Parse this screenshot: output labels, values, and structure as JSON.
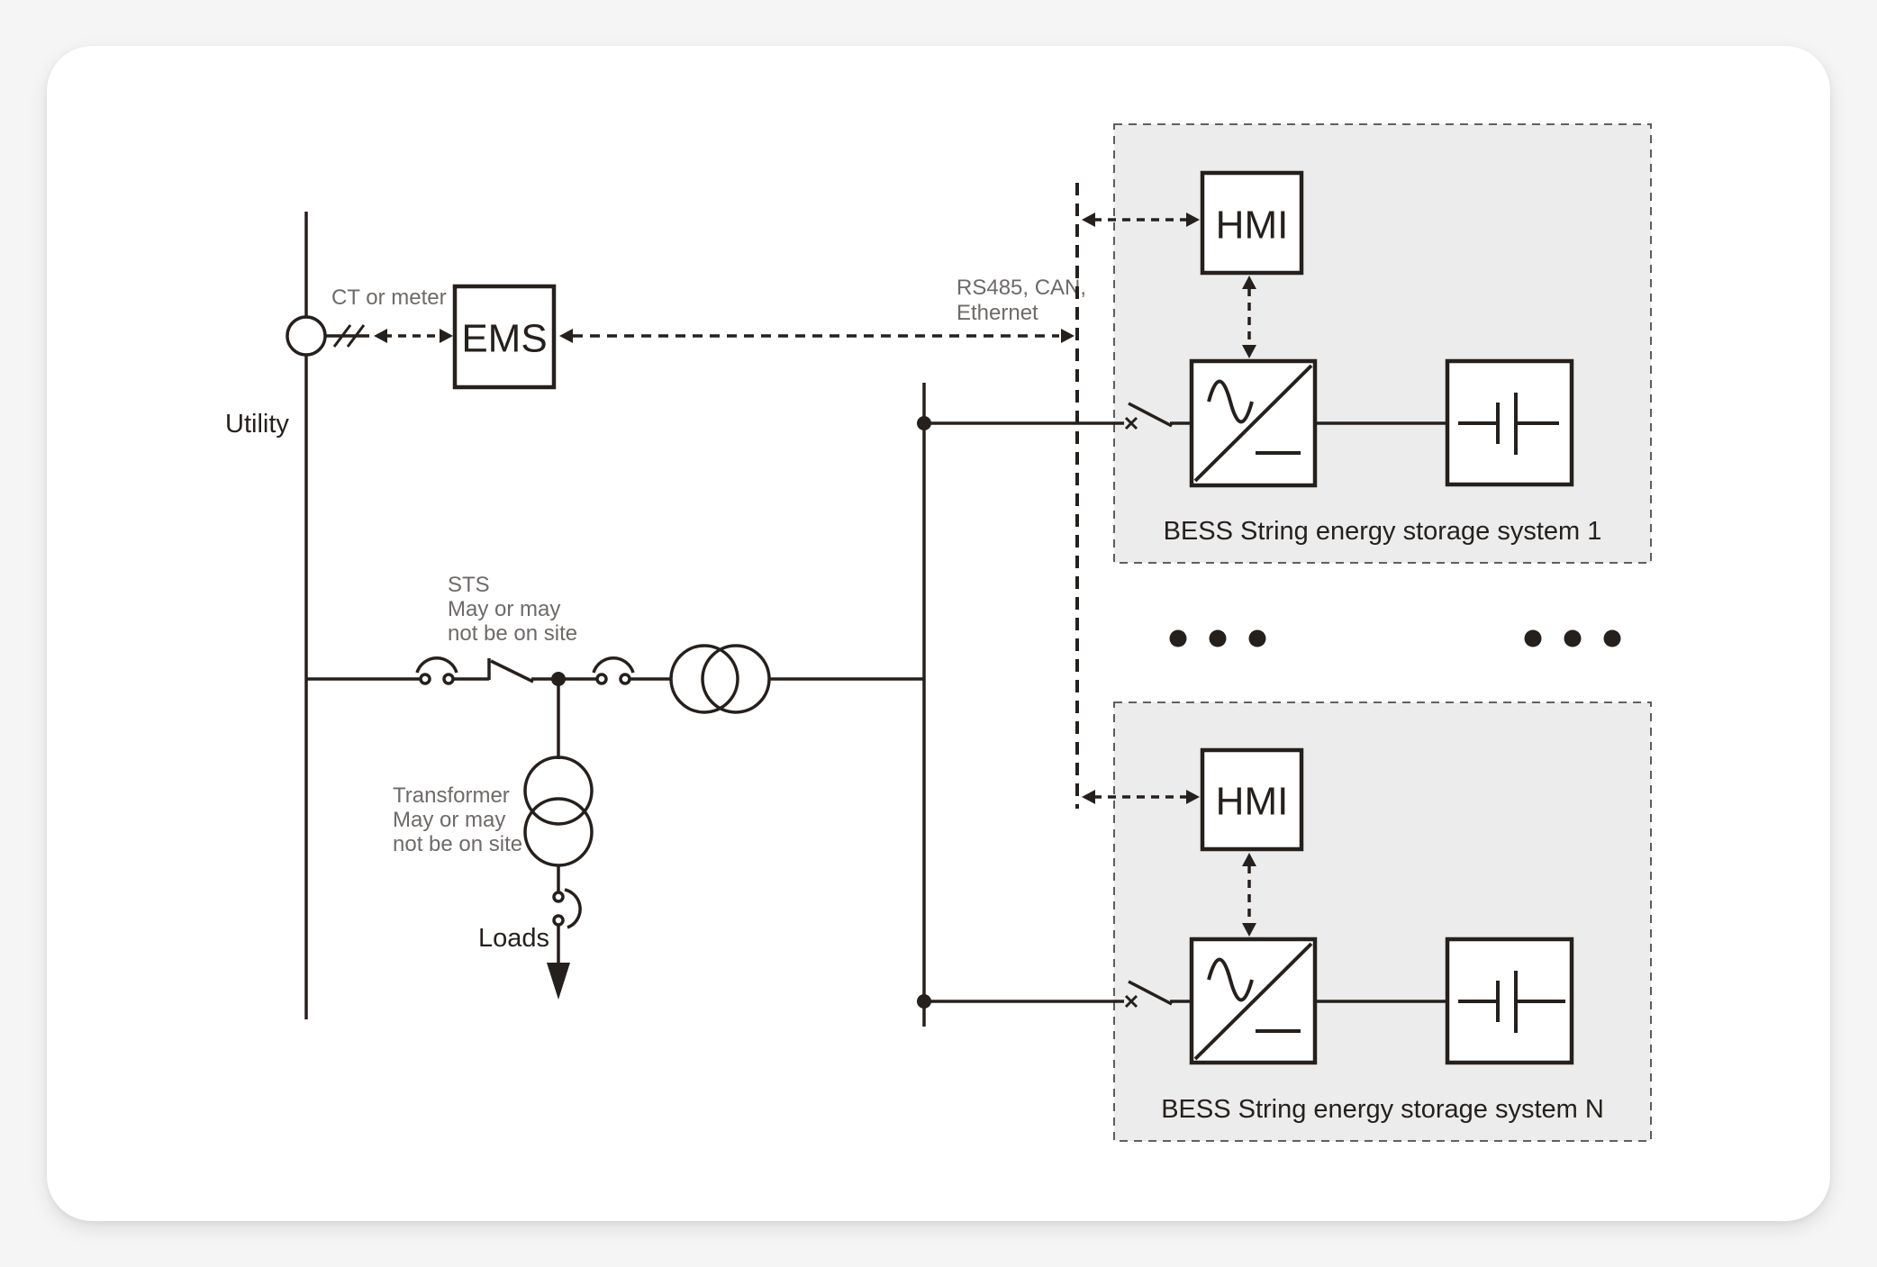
{
  "diagram": {
    "utility_label": "Utility",
    "ct_label": "CT or meter",
    "ems_label": "EMS",
    "comm_label_line1": "RS485, CAN,",
    "comm_label_line2": "Ethernet",
    "sts_label_line1": "STS",
    "sts_label_line2": "May or may",
    "sts_label_line3": "not be on site",
    "transformer_label_line1": "Transformer",
    "transformer_label_line2": "May or may",
    "transformer_label_line3": "not be on site",
    "loads_label": "Loads",
    "bess1": {
      "hmi_label": "HMI",
      "caption": "BESS String energy storage system 1"
    },
    "bessN": {
      "hmi_label": "HMI",
      "caption": "BESS String energy storage system N"
    },
    "colors": {
      "stroke_dark": "#26201d",
      "text_gray": "#6e6a68",
      "panel_fill": "#ececec",
      "panel_border": "#4c4c4c",
      "card_bg": "#ffffff",
      "page_bg": "#f5f5f6"
    }
  }
}
